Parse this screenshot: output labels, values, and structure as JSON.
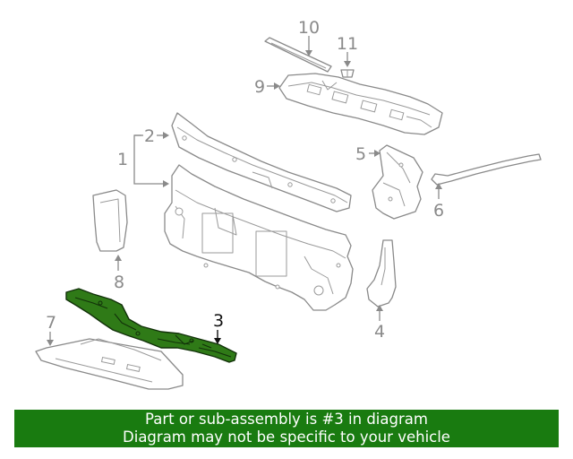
{
  "diagram": {
    "callouts": {
      "c1": "1",
      "c2": "2",
      "c3": "3",
      "c4": "4",
      "c5": "5",
      "c6": "6",
      "c7": "7",
      "c8": "8",
      "c9": "9",
      "c10": "10",
      "c11": "11"
    },
    "highlighted_part": "3",
    "colors": {
      "highlight": "#2f7a17",
      "line_art": "#8a8a8a",
      "banner": "#197b10"
    }
  },
  "banner": {
    "line1": "Part or sub-assembly is #3 in diagram",
    "line2": "Diagram may not be specific to your vehicle"
  }
}
